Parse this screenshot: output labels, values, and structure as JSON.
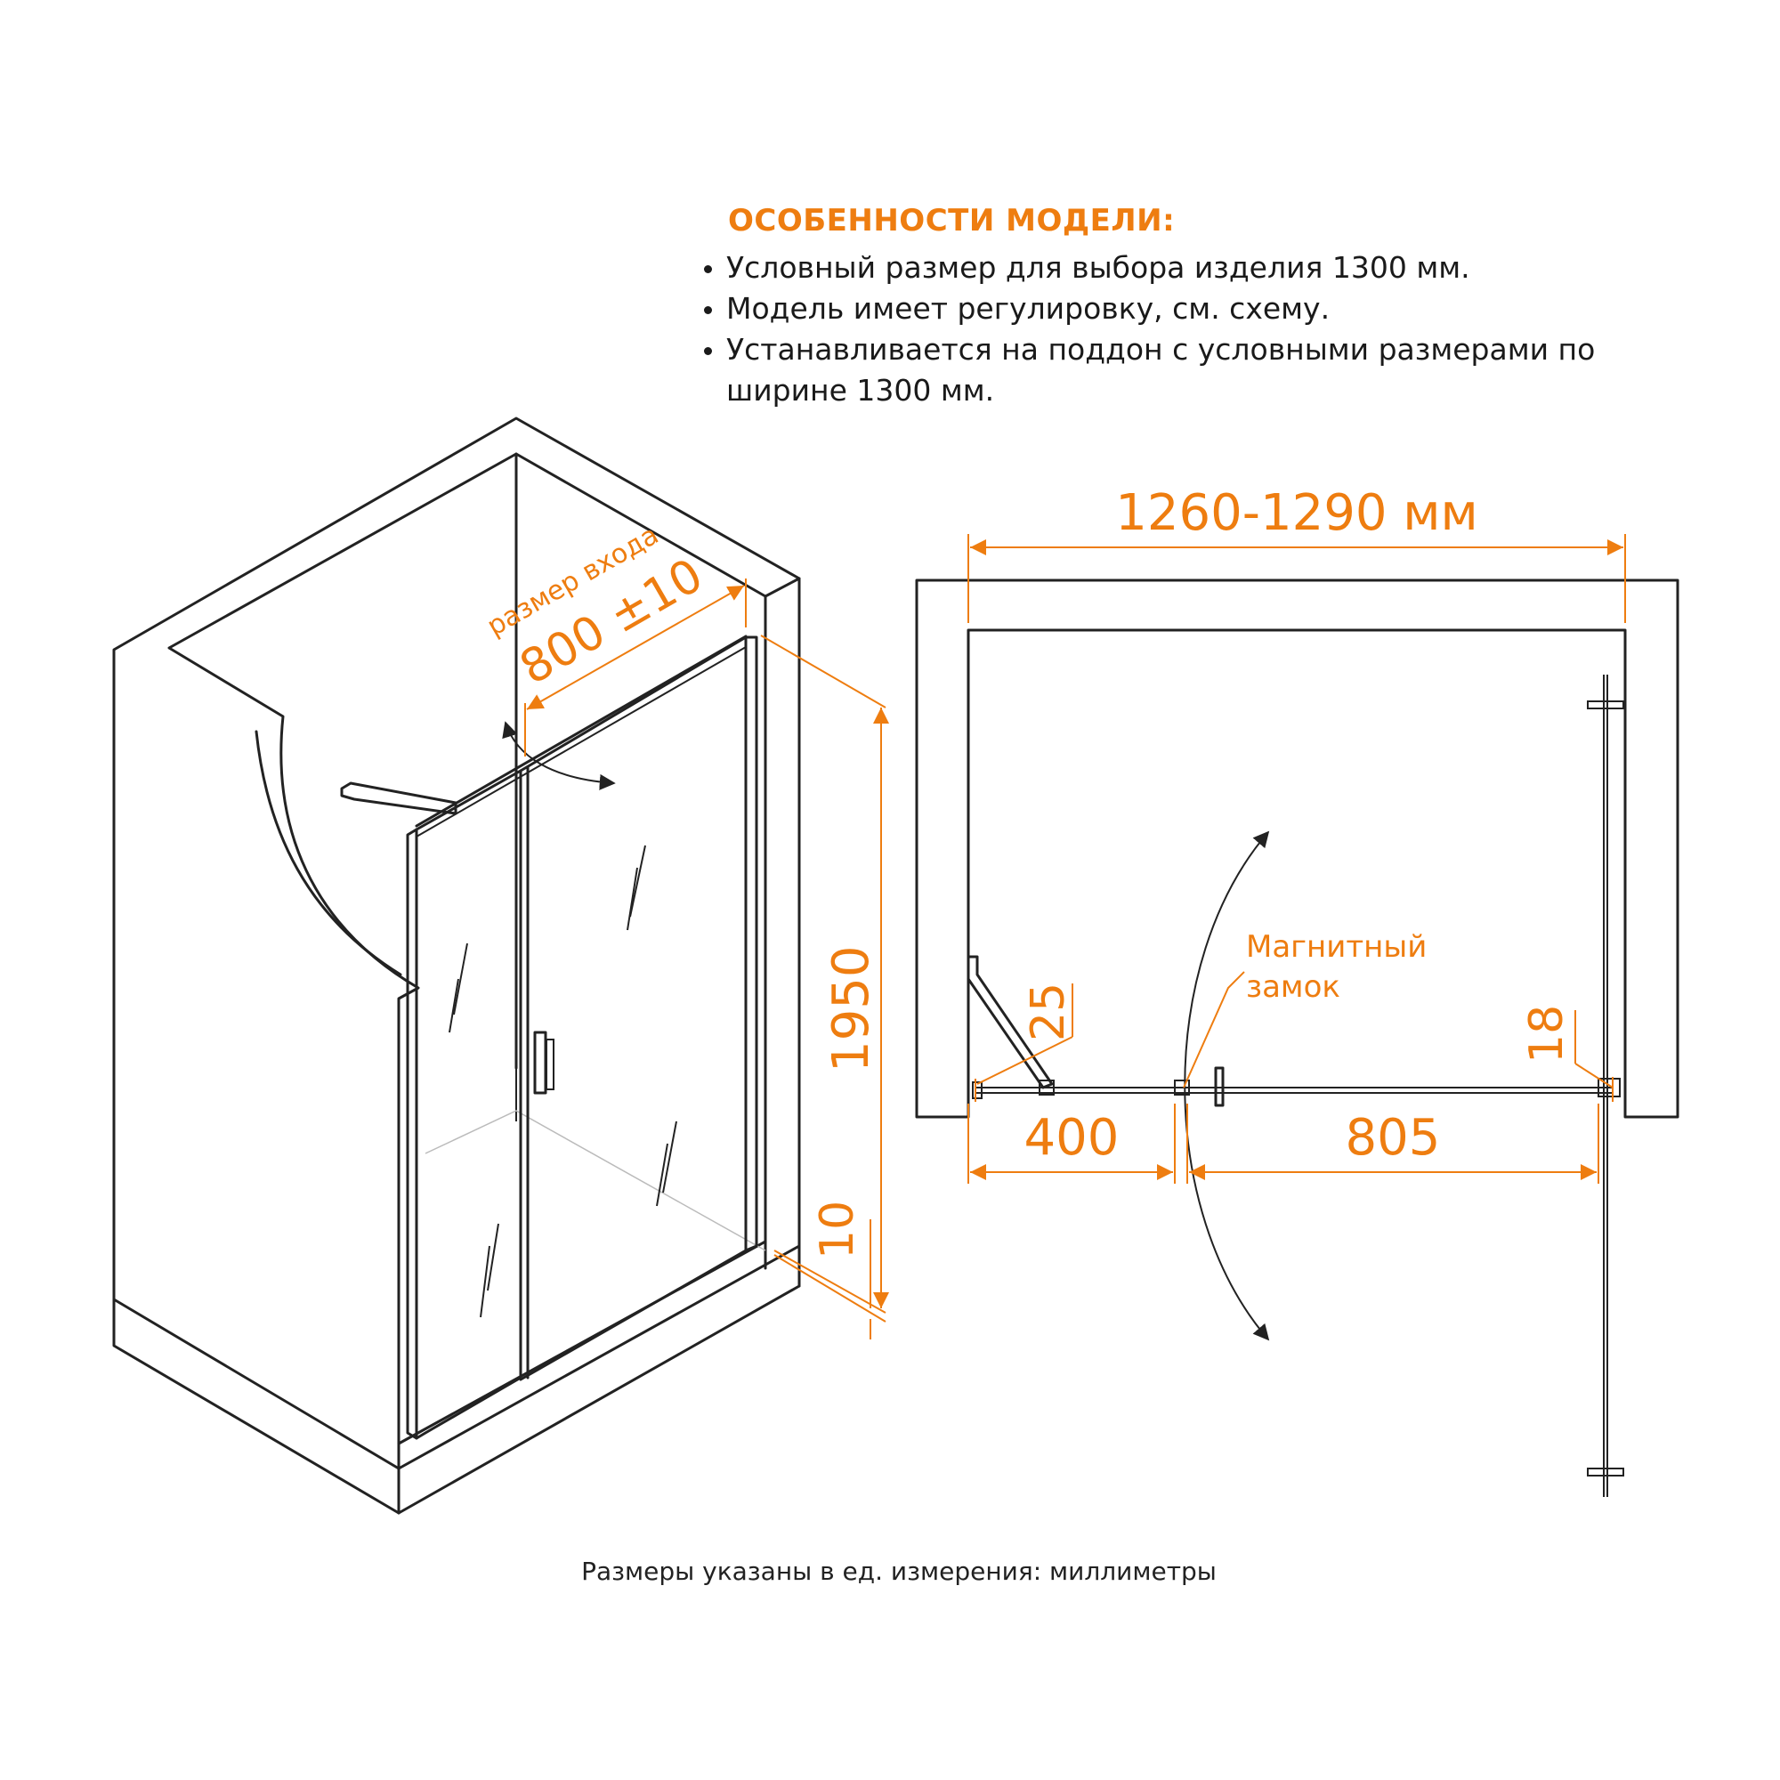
{
  "features": {
    "title": "ОСОБЕННОСТИ МОДЕЛИ:",
    "items": [
      "Условный размер для выбора изделия 1300 мм.",
      "Модель имеет регулировку, см. схему.",
      "Устанавливается на поддон с условными размерами по ширине 1300 мм."
    ]
  },
  "iso_view": {
    "entry_label": "размер входа",
    "entry_size": "800 ±10",
    "height": "1950",
    "base_gap": "10"
  },
  "plan_view": {
    "total_width": "1260-1290 мм",
    "fixed_panel": "400",
    "door_width": "805",
    "left_offset": "25",
    "right_offset": "18",
    "magnet_label_line1": "Магнитный",
    "magnet_label_line2": "замок"
  },
  "footer_note": "Размеры указаны в ед. измерения: миллиметры",
  "colors": {
    "accent": "#ee7d10",
    "line": "#222222"
  }
}
